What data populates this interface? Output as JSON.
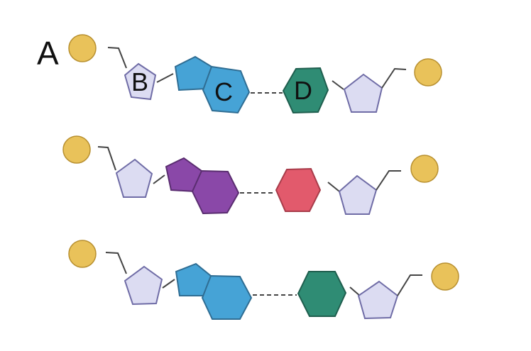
{
  "labels": {
    "a": "A",
    "b": "B",
    "c": "C",
    "d": "D"
  },
  "colors": {
    "phosphate": "#E9C25A",
    "phosphate_stroke": "#B89030",
    "sugar": "#DCDCF2",
    "sugar_stroke": "#6F6CA6",
    "blue_base": "#46A3D6",
    "blue_stroke": "#2F6D93",
    "purple_base": "#8A48A8",
    "purple_stroke": "#5A2D70",
    "green_base": "#2F8C74",
    "green_stroke": "#1F5E4E",
    "red_base": "#E25A6C",
    "red_stroke": "#A83C4A",
    "bond": "#444444"
  },
  "strands": [
    {
      "row": 1,
      "left_base": "blue",
      "right_base": "green"
    },
    {
      "row": 2,
      "left_base": "purple",
      "right_base": "red"
    },
    {
      "row": 3,
      "left_base": "blue",
      "right_base": "green"
    }
  ]
}
